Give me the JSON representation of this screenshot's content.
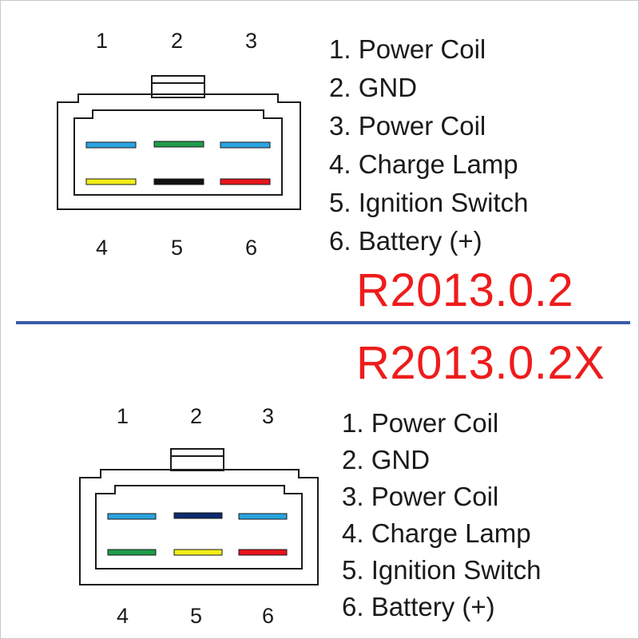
{
  "colors": {
    "blue": "#29a3e0",
    "green": "#1e9b4a",
    "black": "#111111",
    "navy": "#0d2a6e",
    "yellow": "#f2ee1a",
    "red": "#e8141c",
    "model_text": "#ee1c1c",
    "divider": "#3a5ca8"
  },
  "top": {
    "model": "R2013.0.2",
    "pin_numbers_top": [
      "1",
      "2",
      "3"
    ],
    "pin_numbers_bottom": [
      "4",
      "5",
      "6"
    ],
    "pins": [
      {
        "pin": "1",
        "color": "blue"
      },
      {
        "pin": "2",
        "color": "green"
      },
      {
        "pin": "3",
        "color": "blue"
      },
      {
        "pin": "4",
        "color": "yellow"
      },
      {
        "pin": "5",
        "color": "black"
      },
      {
        "pin": "6",
        "color": "red"
      }
    ],
    "legend": [
      "1. Power Coil",
      "2. GND",
      "3. Power Coil",
      "4. Charge Lamp",
      "5. Ignition Switch",
      "6. Battery (+)"
    ]
  },
  "bottom": {
    "model": "R2013.0.2X",
    "pin_numbers_top": [
      "1",
      "2",
      "3"
    ],
    "pin_numbers_bottom": [
      "4",
      "5",
      "6"
    ],
    "pins": [
      {
        "pin": "1",
        "color": "blue"
      },
      {
        "pin": "2",
        "color": "navy"
      },
      {
        "pin": "3",
        "color": "blue"
      },
      {
        "pin": "4",
        "color": "green"
      },
      {
        "pin": "5",
        "color": "yellow"
      },
      {
        "pin": "6",
        "color": "red"
      }
    ],
    "legend": [
      "1. Power Coil",
      "2. GND",
      "3. Power Coil",
      "4. Charge Lamp",
      "5. Ignition Switch",
      "6. Battery (+)"
    ]
  }
}
